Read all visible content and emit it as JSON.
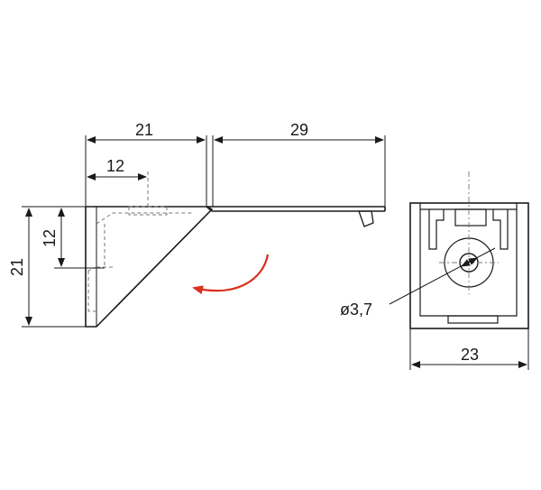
{
  "dimensions": {
    "bracket_width": "21",
    "rail_length": "29",
    "hole_offset_horizontal": "12",
    "hole_offset_vertical": "12",
    "bracket_height": "21",
    "hole_diameter": "ø3,7",
    "front_width": "23"
  },
  "colors": {
    "line": "#1a1a1a",
    "hidden_line": "#777777",
    "arrow": "#d9301f"
  },
  "icons": {
    "rotation_arrow": "curved-arrow-icon"
  }
}
